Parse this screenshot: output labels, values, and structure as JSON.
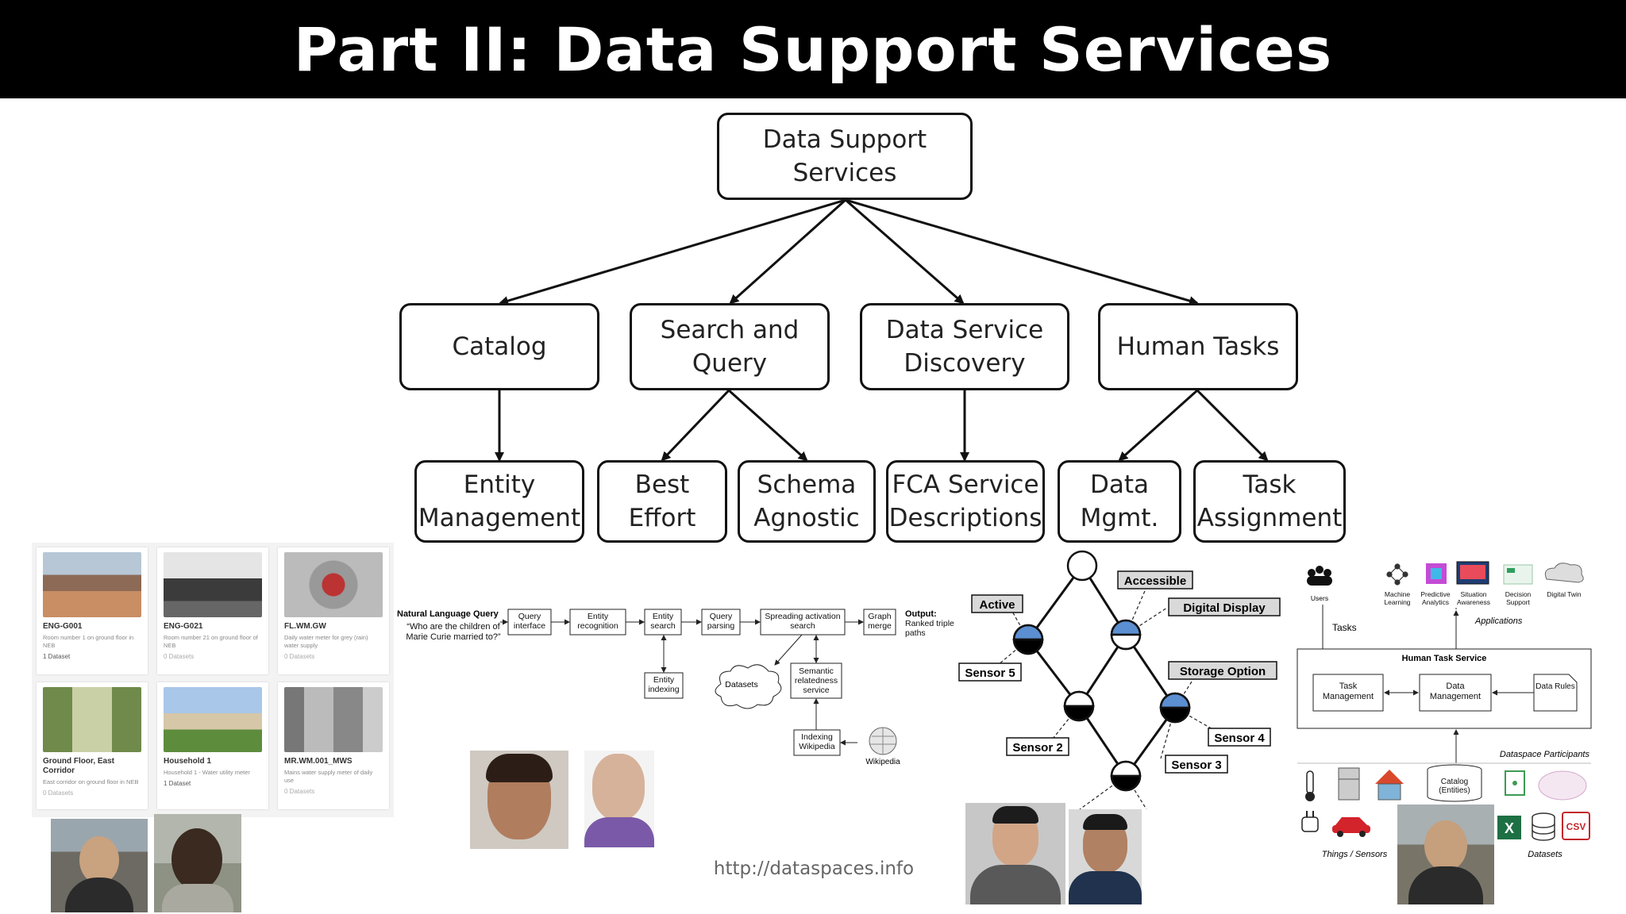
{
  "title": "Part II: Data Support Services",
  "tree": {
    "root": "Data Support\nServices",
    "level1": [
      "Catalog",
      "Search and\nQuery",
      "Data Service\nDiscovery",
      "Human Tasks"
    ],
    "level2": [
      "Entity\nManagement",
      "Best\nEffort",
      "Schema\nAgnostic",
      "FCA Service\nDescriptions",
      "Data\nMgmt.",
      "Task\nAssignment"
    ]
  },
  "catalog": {
    "cards": [
      {
        "name": "ENG-G001",
        "desc": "Room number 1 on ground floor in NEB",
        "datasets": "1 Dataset"
      },
      {
        "name": "ENG-G021",
        "desc": "Room number 21 on ground floor of NEB",
        "datasets": "0 Datasets"
      },
      {
        "name": "FL.WM.GW",
        "desc": "Daily water meter for grey (rain) water supply",
        "datasets": "0 Datasets"
      },
      {
        "name": "Ground Floor, East Corridor",
        "desc": "East corridor on ground floor in NEB",
        "datasets": "0 Datasets"
      },
      {
        "name": "Household 1",
        "desc": "Household 1 - Water utility meter",
        "datasets": "1 Dataset"
      },
      {
        "name": "MR.WM.001_MWS",
        "desc": "Mains water supply meter of daily use",
        "datasets": "0 Datasets"
      }
    ]
  },
  "query_pipeline": {
    "nlq_label": "Natural Language Query",
    "nlq_example": "“Who are the children of Marie Curie married to?”",
    "stages": [
      "Query interface",
      "Entity recognition",
      "Entity search",
      "Query parsing",
      "Spreading activation search",
      "Graph merge"
    ],
    "output_label": "Output:",
    "output_text": "Ranked triple paths",
    "entity_indexing": "Entity indexing",
    "datasets": "Datasets",
    "semantic_service": "Semantic relatedness service",
    "indexing_wikipedia": "Indexing Wikipedia",
    "wikipedia": "Wikipedia"
  },
  "lattice": {
    "labels": [
      "Accessible",
      "Active",
      "Digital Display",
      "Sensor 5",
      "Storage Option",
      "Sensor 2",
      "Sensor 4",
      "Sensor 3"
    ]
  },
  "human_task": {
    "top_icons": [
      "Users",
      "Machine Learning",
      "Predictive Analytics",
      "Situation Awareness",
      "Decision Support",
      "Digital Twin"
    ],
    "tasks_label": "Tasks",
    "applications_label": "Applications",
    "service_title": "Human Task Service",
    "boxes": [
      "Task Management",
      "Data Management",
      "Data Rules"
    ],
    "participants_label": "Dataspace Participants",
    "catalog_label": "Catalog (Entities)",
    "things_label": "Things / Sensors",
    "datasets_label": "Datasets",
    "csv": "CSV",
    "excel": "X"
  },
  "url": "http://dataspaces.info",
  "colors": {
    "title_bg": "#000000",
    "half_fill": "#5b8fd1",
    "half_dark": "#000000",
    "label_bg": "#d9d9d9"
  }
}
